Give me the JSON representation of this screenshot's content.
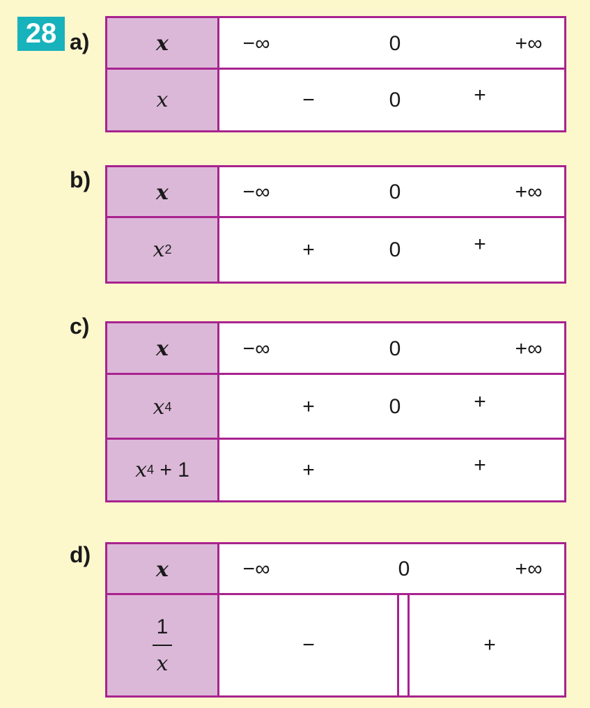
{
  "exercise_number": "28",
  "colors": {
    "border": "#a8238f",
    "label_bg": "#dcb8d8",
    "badge": "#17b2bb",
    "page_bg": "#fdf7cc"
  },
  "tables": [
    {
      "label": "a)",
      "header": {
        "var": "x",
        "values": [
          "−∞",
          "0",
          "+∞"
        ]
      },
      "rows": [
        {
          "expr": "x",
          "signs": [
            "−",
            "0",
            "+"
          ]
        }
      ]
    },
    {
      "label": "b)",
      "header": {
        "var": "x",
        "values": [
          "−∞",
          "0",
          "+∞"
        ]
      },
      "rows": [
        {
          "expr": "x",
          "exp": "2",
          "signs": [
            "+",
            "0",
            "+"
          ]
        }
      ]
    },
    {
      "label": "c)",
      "header": {
        "var": "x",
        "values": [
          "−∞",
          "0",
          "+∞"
        ]
      },
      "rows": [
        {
          "expr": "x",
          "exp": "4",
          "signs": [
            "+",
            "0",
            "+"
          ]
        },
        {
          "expr": "x",
          "exp": "4",
          "tail": " + 1",
          "signs": [
            "+",
            "+"
          ]
        }
      ]
    },
    {
      "label": "d)",
      "header": {
        "var": "x",
        "values": [
          "−∞",
          "0",
          "+∞"
        ]
      },
      "rows": [
        {
          "num": "1",
          "den": "x",
          "signs": [
            "−",
            "+"
          ],
          "forbidden_value": "0"
        }
      ]
    }
  ]
}
